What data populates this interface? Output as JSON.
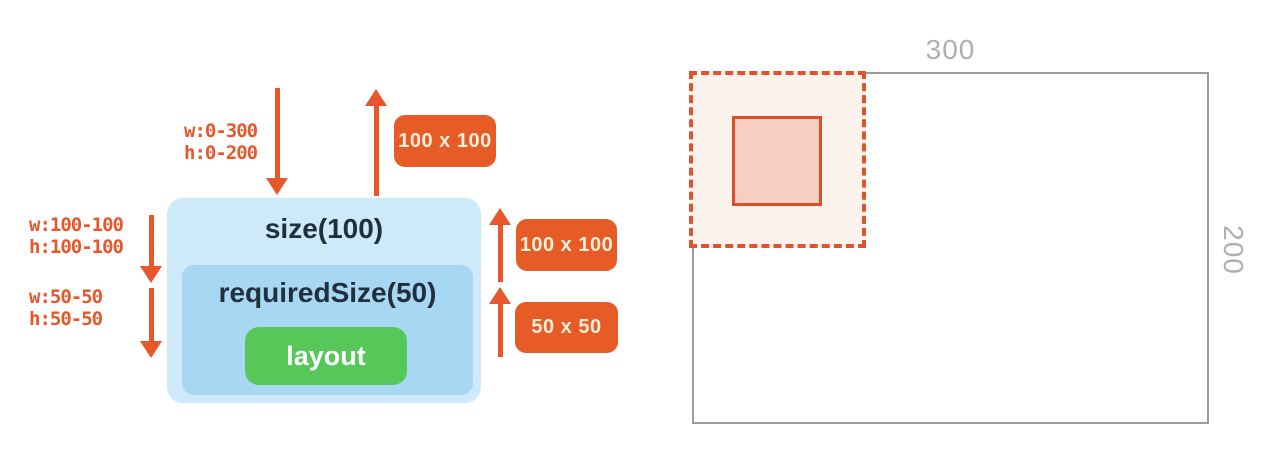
{
  "left_diagram": {
    "boxes": {
      "outer_label": "size(100)",
      "inner_label": "requiredSize(50)",
      "leaf_label": "layout"
    },
    "constraint_labels": [
      {
        "id": "incoming-constraints",
        "lines": [
          "w:0-300",
          "h:0-200"
        ]
      },
      {
        "id": "size-constraints",
        "lines": [
          "w:100-100",
          "h:100-100"
        ]
      },
      {
        "id": "required-size-constraints",
        "lines": [
          "w:50-50",
          "h:50-50"
        ]
      }
    ],
    "size_badges": [
      {
        "label": "100 x 100"
      },
      {
        "label": "100 x 100"
      },
      {
        "label": "50 x 50"
      }
    ]
  },
  "right_figure": {
    "width_label": "300",
    "height_label": "200"
  },
  "colors": {
    "accent_orange": "#E7572B",
    "badge_orange": "#E65B26",
    "badge_text": "#F8EEDA",
    "outer_box_blue": "#CDE9FA",
    "inner_box_blue": "#A7D7F3",
    "leaf_green": "#56C85A",
    "box_text_dark": "#20303C",
    "gray_border": "#9B9B9B",
    "gray_label": "#AFAFAF",
    "dashed_fill": "#FCF3EC",
    "dashed_border": "#E1532C",
    "solid_fill": "#F4CFC2",
    "solid_border": "#DB5028"
  }
}
